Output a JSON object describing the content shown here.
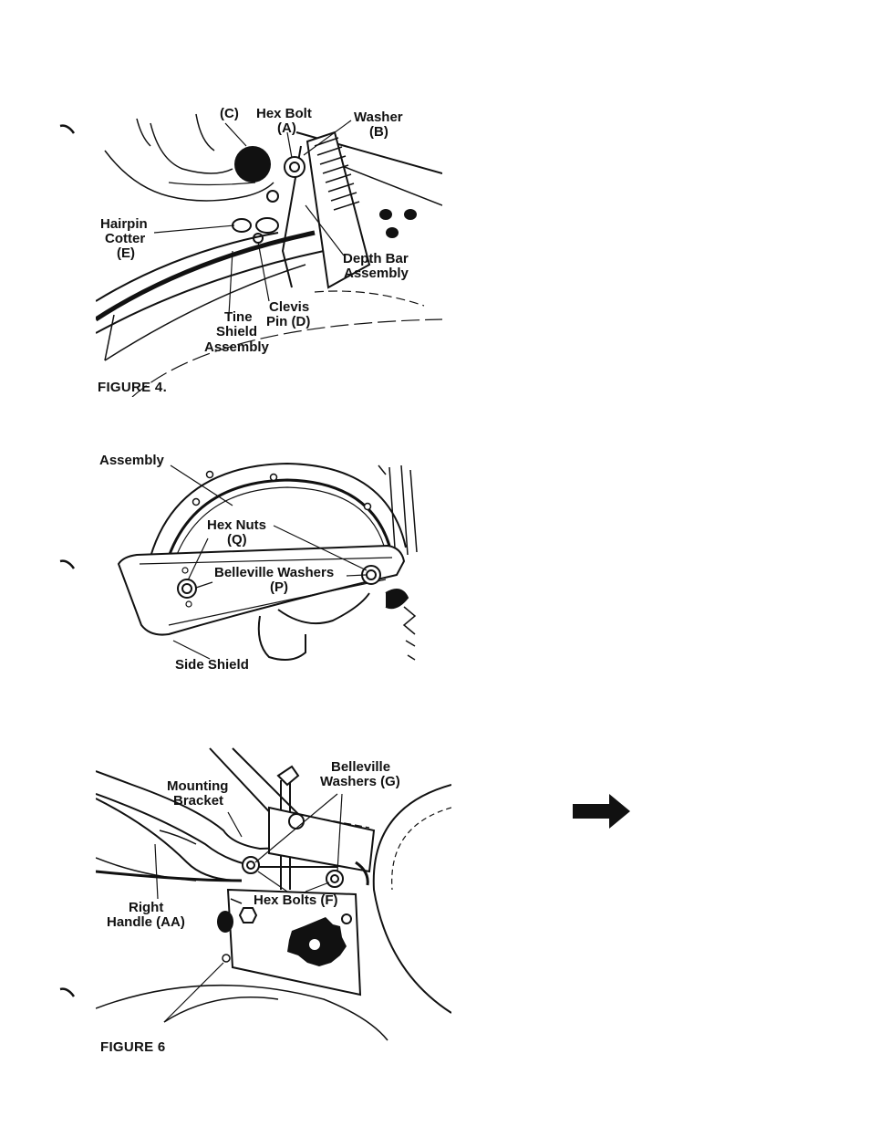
{
  "figure4": {
    "caption": "FIGURE 4.",
    "labels": {
      "c": "(C)",
      "hex_bolt": "Hex Bolt",
      "hex_bolt_id": "(A)",
      "washer": "Washer",
      "washer_id": "(B)",
      "hairpin": "Hairpin",
      "cotter": "Cotter",
      "cotter_id": "(E)",
      "depth_bar": "Depth Bar",
      "depth_bar_assembly": "Assembly",
      "clevis": "Clevis",
      "clevis_pin": "Pin (D)",
      "tine": "Tine",
      "shield": "Shield",
      "tine_assembly": "Assembly"
    }
  },
  "figure5": {
    "labels": {
      "assembly": "Assembly",
      "hex_nuts": "Hex Nuts",
      "hex_nuts_id": "(Q)",
      "belleville_washers": "Belleville Washers",
      "belleville_washers_id": "(P)",
      "side_shield": "Side Shield"
    }
  },
  "figure6": {
    "caption": "FIGURE 6",
    "labels": {
      "belleville": "Belleville",
      "washers_g": "Washers (G)",
      "mounting": "Mounting",
      "bracket": "Bracket",
      "hex_bolts": "Hex Bolts (F)",
      "right": "Right",
      "handle": "Handle (AA)"
    }
  },
  "icons": {
    "continue_arrow": "arrow-right-icon"
  }
}
